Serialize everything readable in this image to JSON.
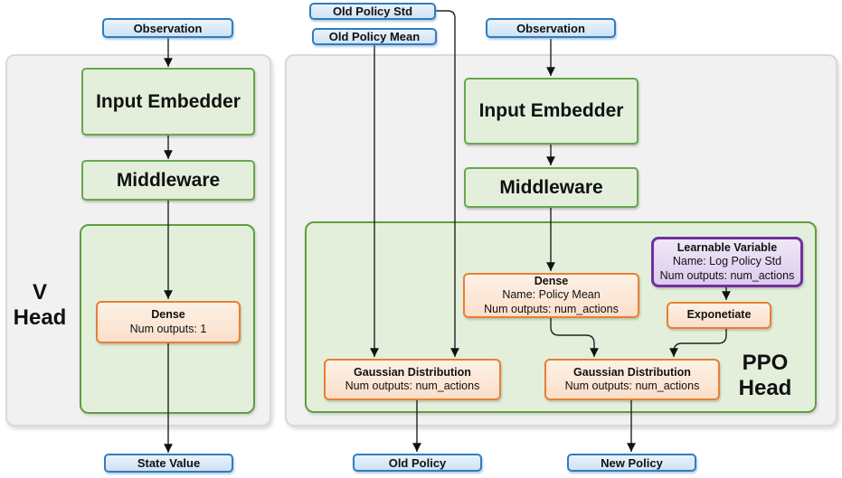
{
  "diagram": {
    "v_head": {
      "label_line1": "V",
      "label_line2": "Head",
      "observation": "Observation",
      "input_embedder": "Input Embedder",
      "middleware": "Middleware",
      "dense": {
        "title": "Dense",
        "line2": "Num outputs: 1"
      },
      "state_value": "State Value"
    },
    "ppo_head": {
      "label_line1": "PPO",
      "label_line2": "Head",
      "old_policy_std": "Old Policy Std",
      "old_policy_mean": "Old Policy Mean",
      "observation": "Observation",
      "input_embedder": "Input Embedder",
      "middleware": "Middleware",
      "dense": {
        "title": "Dense",
        "line2": "Name: Policy Mean",
        "line3": "Num outputs: num_actions"
      },
      "learnable_variable": {
        "title": "Learnable Variable",
        "line2": "Name: Log Policy Std",
        "line3": "Num outputs: num_actions"
      },
      "exponetiate": "Exponetiate",
      "gaussian_old": {
        "title": "Gaussian Distribution",
        "line2": "Num outputs: num_actions"
      },
      "gaussian_new": {
        "title": "Gaussian Distribution",
        "line2": "Num outputs: num_actions"
      },
      "old_policy": "Old Policy",
      "new_policy": "New Policy"
    },
    "colors": {
      "blue_border": "#2e7dc1",
      "blue_fill": "#dcebf8",
      "green_border": "#68a74d",
      "green_fill": "#e3efda",
      "orange_border": "#e97e32",
      "orange_fill": "#fce5d3",
      "purple_border": "#7030a0",
      "purple_fill": "#e5d8f1",
      "panel_fill": "#f1f1f1",
      "panel_border": "#d9d9d9",
      "connector": "#222222"
    }
  }
}
